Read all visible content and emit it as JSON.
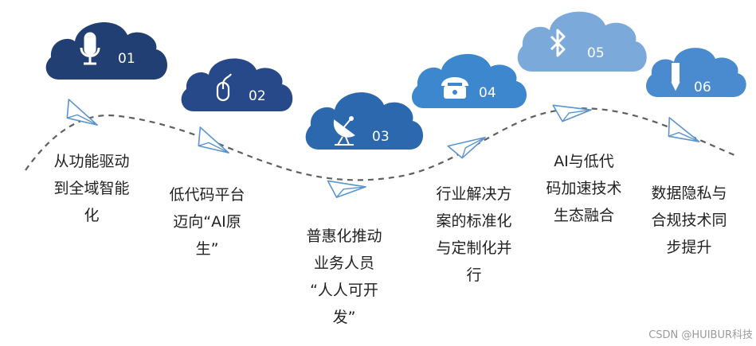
{
  "steps": [
    {
      "num": "01",
      "icon": "microphone-icon",
      "color": "#223f73",
      "text": "从功能驱动\n到全域智能\n化"
    },
    {
      "num": "02",
      "icon": "mouse-icon",
      "color": "#27498a",
      "text": "低代码平台\n迈向“AI原\n生”"
    },
    {
      "num": "03",
      "icon": "satellite-dish-icon",
      "color": "#2c68ae",
      "text": "普惠化推动\n业务人员\n“人人可开\n发”"
    },
    {
      "num": "04",
      "icon": "telephone-icon",
      "color": "#3d87ce",
      "text": "行业解决方\n案的标准化\n与定制化并\n行"
    },
    {
      "num": "05",
      "icon": "bluetooth-icon",
      "color": "#7ba9da",
      "text": "AI与低代\n码加速技术\n生态融合"
    },
    {
      "num": "06",
      "icon": "pen-icon",
      "color": "#4a8bd0",
      "text": "数据隐私与\n合规技术同\n步提升"
    }
  ],
  "watermark": "CSDN @HUIBUR科技"
}
